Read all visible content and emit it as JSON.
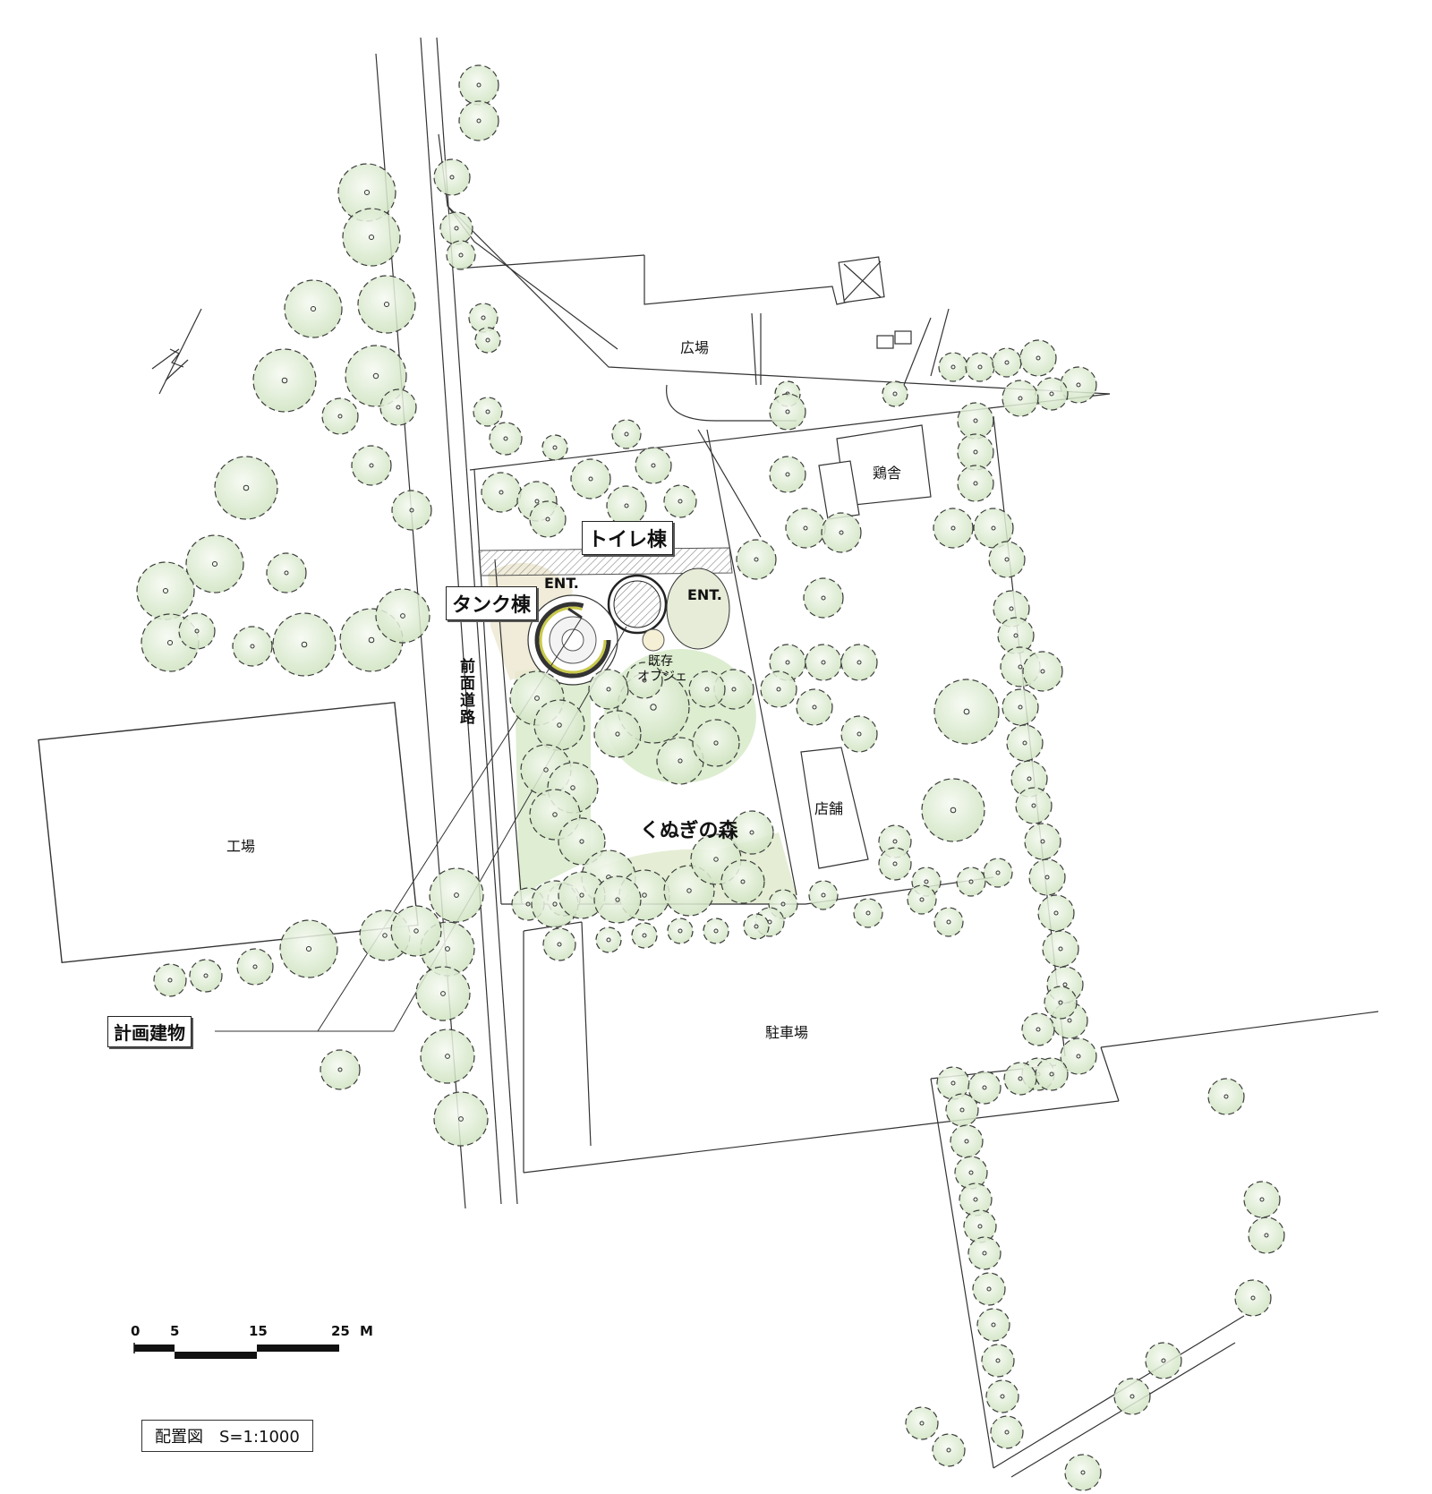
{
  "labels": {
    "plaza": "広場",
    "chicken_coop": "鶏舎",
    "toilet_building": "トイレ棟",
    "tank_building": "タンク棟",
    "entrance_left": "ENT.",
    "entrance_right": "ENT.",
    "existing_object_line1": "既存",
    "existing_object_line2": "オブジェ",
    "front_road": "前面道路",
    "forest": "くぬぎの森",
    "shop": "店舗",
    "factory": "工場",
    "parking": "駐車場",
    "planned_building": "計画建物"
  },
  "scale_bar": {
    "ticks": [
      "0",
      "5",
      "15",
      "25",
      "M"
    ]
  },
  "title": "配置図　S=1:1000",
  "colors": {
    "tree_fill": "#e4efdc",
    "tree_stroke": "#3c3c3c",
    "forest_fill": "#d9ebcb",
    "line": "#333333"
  },
  "icons": {
    "north_arrow": "north-arrow-icon",
    "trees": "tree-canopy-icon"
  }
}
